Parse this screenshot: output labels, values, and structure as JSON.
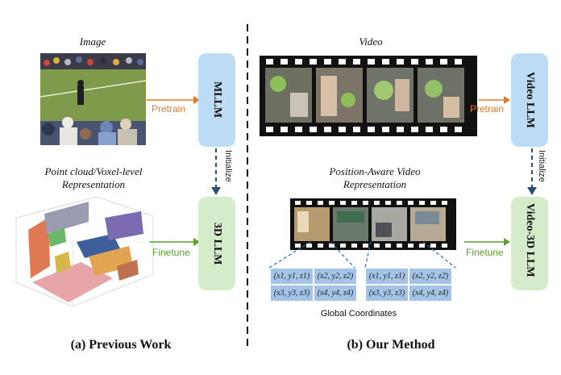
{
  "left": {
    "image_title": "Image",
    "pointcloud_title_line1": "Point cloud/Voxel-level",
    "pointcloud_title_line2": "Representation",
    "mllm_label": "MLLM",
    "llm3d_label": "3D LLM",
    "pretrain_label": "Pretrain",
    "finetune_label": "Finetune",
    "initialize_label": "Initialize",
    "caption": "(a) Previous Work"
  },
  "right": {
    "video_title": "Video",
    "pos_title_line1": "Position-Aware Video",
    "pos_title_line2": "Representation",
    "videollm_label": "Video LLM",
    "video3d_label": "Video-3D LLM",
    "pretrain_label": "Pretrain",
    "finetune_label": "Finetune",
    "initialize_label": "Initialize",
    "global_coords": "Global Coordinates",
    "coords": [
      "(x1, y1, z1)",
      "(x2, y2, z2)",
      "(x3, y3, z3)",
      "(x4, y4, z4)"
    ],
    "caption": "(b) Our Method"
  },
  "colors": {
    "pretrain": "#e07b2e",
    "finetune": "#5aa02c",
    "mllm_box": "#bcdcf5",
    "llm3d_box": "#d5eccb"
  }
}
